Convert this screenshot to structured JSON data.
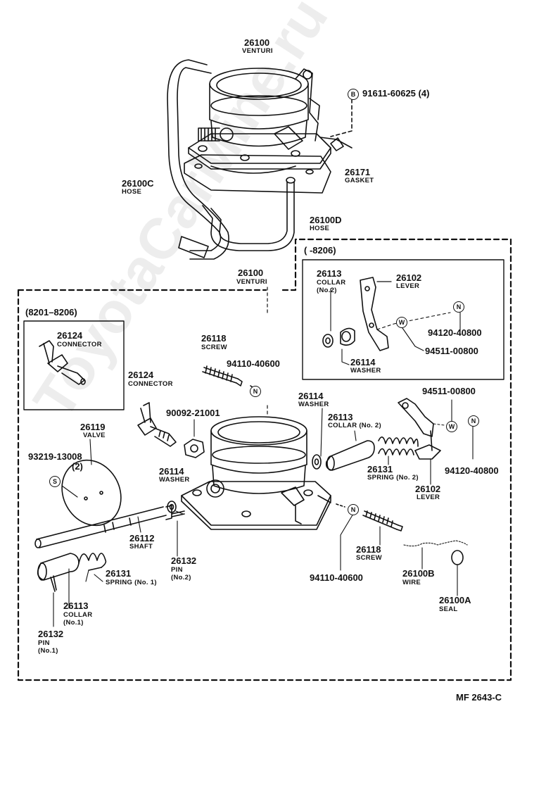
{
  "watermark": "ToyotaCarMine.ru",
  "figure_code": "MF  2643-C",
  "groups": {
    "lever_group": "(      -8206)",
    "connector_group": "(8201–8206)"
  },
  "symbols": {
    "B": "B",
    "N": "N",
    "W": "W",
    "S": "S"
  },
  "labels": {
    "venturi_top_pn": "26100",
    "venturi_top_nm": "VENTURI",
    "bolt_pn": "91611-60625 (4)",
    "gasket_pn": "26171",
    "gasket_nm": "GASKET",
    "hose_c_pn": "26100C",
    "hose_c_nm": "HOSE",
    "hose_d_pn": "26100D",
    "hose_d_nm": "HOSE",
    "venturi_mid_pn": "26100",
    "venturi_mid_nm": "VENTURI",
    "collar2_top_pn": "26113",
    "collar2_top_nm1": "COLLAR",
    "collar2_top_nm2": "(No.2)",
    "lever_top_pn": "26102",
    "lever_top_nm": "LEVER",
    "nut_top_pn": "94120-40800",
    "washer_w_top_pn": "94511-00800",
    "washer_top_pn": "26114",
    "washer_top_nm": "WASHER",
    "connector_box_pn": "26124",
    "connector_box_nm": "CONNECTOR",
    "screw_top_pn": "26118",
    "screw_top_nm": "SCREW",
    "screw_nut_pn": "94110-40600",
    "connector_pn": "26124",
    "connector_nm": "CONNECTOR",
    "nut_90092_pn": "90092-21001",
    "washer_mid_pn": "26114",
    "washer_mid_nm": "WASHER",
    "collar_no2_pn": "26113",
    "collar_no2_nm": "COLLAR (No. 2)",
    "washer_w_right_pn": "94511-00800",
    "valve_pn": "26119",
    "valve_nm": "VALVE",
    "screw_s_pn": "93219-13008",
    "screw_s_qty": "(2)",
    "washer_low_pn": "26114",
    "washer_low_nm": "WASHER",
    "spring2_pn": "26131",
    "spring2_nm": "SPRING (No. 2)",
    "nut_right_pn": "94120-40800",
    "lever_right_pn": "26102",
    "lever_right_nm": "LEVER",
    "shaft_pn": "26112",
    "shaft_nm": "SHAFT",
    "pin2_pn": "26132",
    "pin2_nm1": "PIN",
    "pin2_nm2": "(No.2)",
    "spring1_pn": "26131",
    "spring1_nm": "SPRING (No. 1)",
    "screw_low_pn": "26118",
    "screw_low_nm": "SCREW",
    "screw_low_nut_pn": "94110-40600",
    "wire_pn": "26100B",
    "wire_nm": "WIRE",
    "seal_pn": "26100A",
    "seal_nm": "SEAL",
    "collar1_pn": "26113",
    "collar1_nm1": "COLLAR",
    "collar1_nm2": "(No.1)",
    "pin1_pn": "26132",
    "pin1_nm1": "PIN",
    "pin1_nm2": "(No.1)"
  }
}
